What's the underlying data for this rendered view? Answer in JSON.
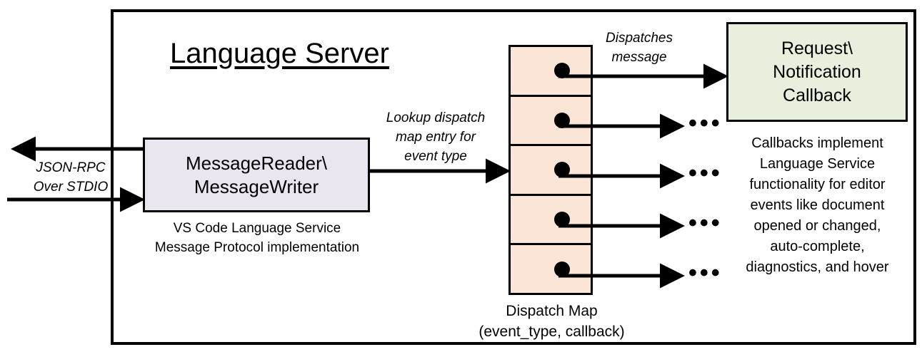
{
  "diagram": {
    "title": "Language Server",
    "external_protocol_label": "JSON-RPC\nOver STDIO",
    "message_box": {
      "label": "MessageReader\\\nMessageWriter",
      "caption": "VS Code Language Service\nMessage Protocol implementation",
      "fill_color": "#EAE6F0"
    },
    "lookup_label": "Lookup dispatch\nmap entry for\nevent type",
    "dispatch_label": "Dispatches\nmessage",
    "dispatch_map": {
      "caption": "Dispatch Map\n(event_type, callback)",
      "fill_color": "#FBE5D6",
      "cell_count": 5,
      "cells": [
        {
          "index": 0,
          "target": "callback-box"
        },
        {
          "index": 1,
          "target": "ellipsis"
        },
        {
          "index": 2,
          "target": "ellipsis"
        },
        {
          "index": 3,
          "target": "ellipsis"
        },
        {
          "index": 4,
          "target": "ellipsis"
        }
      ]
    },
    "callback_box": {
      "label": "Request\\\nNotification\nCallback",
      "caption": "Callbacks implement\nLanguage Service\nfunctionality for editor\nevents like document\nopened or changed,\nauto-complete,\ndiagnostics, and hover",
      "fill_color": "#E8EFDD"
    },
    "ellipsis_glyph": "•••",
    "border_color": "#000000",
    "background_color": "#FFFFFF"
  }
}
